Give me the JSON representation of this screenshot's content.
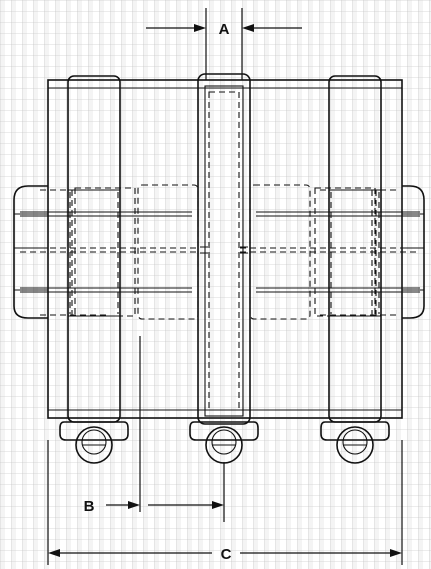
{
  "dimensions": {
    "a_label": "A",
    "b_label": "B",
    "c_label": "C"
  },
  "colors": {
    "line": "#111111",
    "grid": "#dcdcdc",
    "background": "#ffffff"
  }
}
